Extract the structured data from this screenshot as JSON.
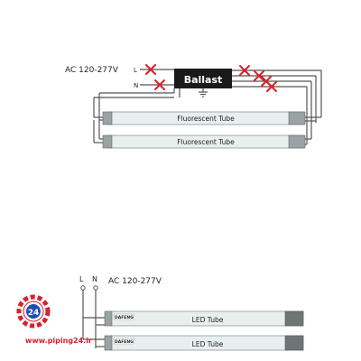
{
  "top_diagram": {
    "supply_label": "AC 120-277V",
    "line_label": "L",
    "neutral_label": "N",
    "ballast_label": "Ballast",
    "tube_labels": [
      "Fluorescent Tube",
      "Fluorescent Tube"
    ]
  },
  "bottom_diagram": {
    "line_label": "L",
    "neutral_label": "N",
    "supply_label": "AC 120-277V",
    "tube_labels": [
      "LED Tube",
      "LED Tube"
    ],
    "tube_brand": "DAFENG"
  },
  "watermark": {
    "url": "www.piping24.ir",
    "logo_text": "24"
  },
  "colors": {
    "cross_mark": "#d9202a",
    "ballast_fill": "#1a1a1a",
    "watermark_red": "#d9202a"
  }
}
